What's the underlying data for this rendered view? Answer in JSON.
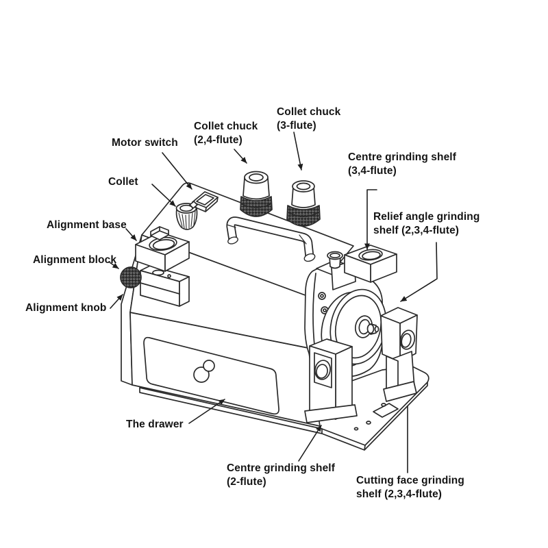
{
  "diagram": {
    "colors": {
      "background": "#ffffff",
      "line": "#2a2a2a",
      "label_text": "#141414",
      "leader": "#1d1d1d"
    },
    "labels": [
      {
        "id": "motor-switch",
        "text": "Motor switch"
      },
      {
        "id": "collet-chuck-2-4-flute",
        "text": "Collet chuck\n(2,4-flute)"
      },
      {
        "id": "collet-chuck-3-flute",
        "text": "Collet chuck\n(3-flute)"
      },
      {
        "id": "collet",
        "text": "Collet"
      },
      {
        "id": "alignment-base",
        "text": "Alignment base"
      },
      {
        "id": "alignment-block",
        "text": "Alignment block"
      },
      {
        "id": "alignment-knob",
        "text": "Alignment knob"
      },
      {
        "id": "centre-grinding-shelf-3-4-flute",
        "text": "Centre grinding shelf\n(3,4-flute)"
      },
      {
        "id": "relief-angle-grinding-shelf",
        "text": "Relief angle grinding\nshelf (2,3,4-flute)"
      },
      {
        "id": "the-drawer",
        "text": "The drawer"
      },
      {
        "id": "centre-grinding-shelf-2-flute",
        "text": "Centre grinding shelf\n(2-flute)"
      },
      {
        "id": "cutting-face-grinding-shelf",
        "text": "Cutting face grinding\nshelf (2,3,4-flute)"
      }
    ]
  }
}
